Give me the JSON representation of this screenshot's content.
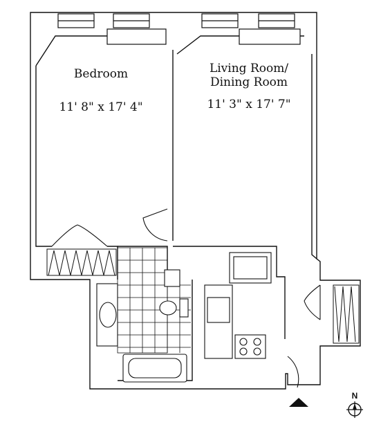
{
  "rooms": [
    {
      "name": "Bedroom",
      "dimensions": "11' 8\" x 17' 4\""
    },
    {
      "name_line1": "Living Room/",
      "name_line2": "Dining Room",
      "dimensions": "11' 3\" x 17' 7\""
    }
  ],
  "compass": {
    "label": "N"
  },
  "icons": [
    "entrance-arrow-icon",
    "compass-icon"
  ]
}
